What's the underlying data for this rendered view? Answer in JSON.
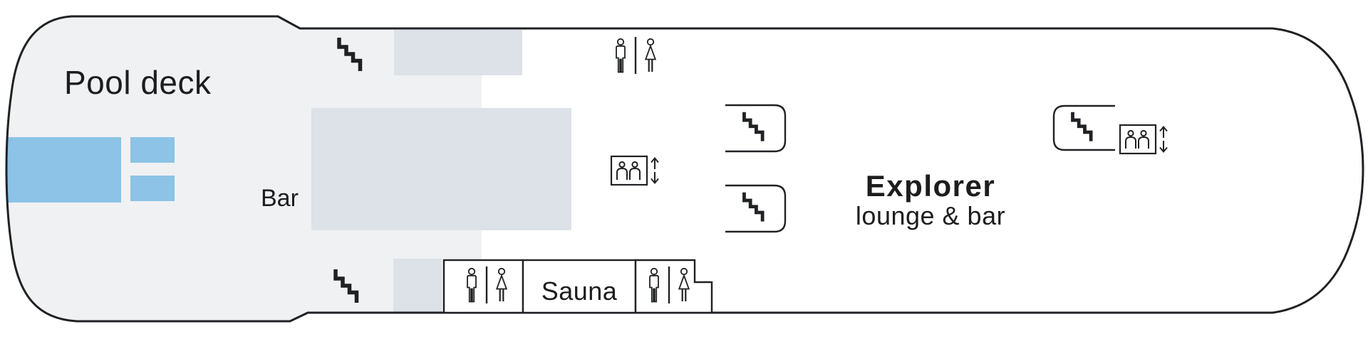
{
  "deck_plan": {
    "labels": {
      "pool_deck": "Pool deck",
      "bar": "Bar",
      "explorer_title": "Explorer",
      "explorer_subtitle": "lounge & bar",
      "sauna": "Sauna"
    },
    "areas": [
      {
        "name": "pool-deck-open-area",
        "type": "outdoor-deck"
      },
      {
        "name": "main-pool",
        "type": "pool"
      },
      {
        "name": "small-pool-upper",
        "type": "pool"
      },
      {
        "name": "small-pool-lower",
        "type": "pool"
      },
      {
        "name": "bar-counter",
        "type": "bar"
      },
      {
        "name": "explorer-lounge-and-bar",
        "type": "lounge"
      },
      {
        "name": "sauna-room",
        "type": "sauna"
      },
      {
        "name": "restroom-top",
        "type": "wc-men-women"
      },
      {
        "name": "restroom-aft-left",
        "type": "wc-men-women"
      },
      {
        "name": "restroom-aft-right",
        "type": "wc-men-women"
      }
    ],
    "icons": [
      "stairs-icon-aft-top",
      "stairs-icon-aft-bottom",
      "stairwell-box-mid-upper",
      "stairwell-box-mid-lower",
      "stairwell-box-forward",
      "elevator-icon-mid",
      "elevator-icon-forward",
      "man-icon",
      "woman-icon",
      "up-down-arrows-icon"
    ]
  },
  "colors": {
    "line": "#202124",
    "text": "#1d1d1f",
    "hull_fill": "#ffffff",
    "deck_bg": "#f0f1f3",
    "structure": "#dce2e7",
    "pool": "#8cc3e6"
  }
}
